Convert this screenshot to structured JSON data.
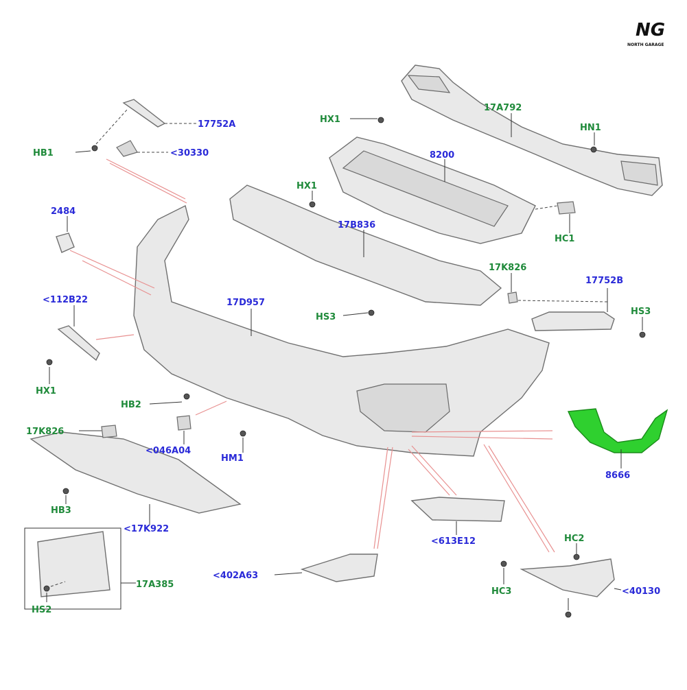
{
  "logo": {
    "mark": "NG",
    "subtitle": "NORTH GARAGE"
  },
  "labels": {
    "l_17752A": "17752A",
    "l_30330": "<30330",
    "l_HB1": "HB1",
    "l_HX1_top": "HX1",
    "l_17A792": "17A792",
    "l_HN1": "HN1",
    "l_8200": "8200",
    "l_HX1_mid": "HX1",
    "l_2484": "2484",
    "l_17B836": "17B836",
    "l_HC1": "HC1",
    "l_17K826_r": "17K826",
    "l_17752B": "17752B",
    "l_112B22": "<112B22",
    "l_17D957": "17D957",
    "l_HS3_mid": "HS3",
    "l_HS3_r": "HS3",
    "l_HX1_left": "HX1",
    "l_HB2": "HB2",
    "l_17K826_l": "17K826",
    "l_046A04": "<046A04",
    "l_HM1": "HM1",
    "l_8666": "8666",
    "l_HB3": "HB3",
    "l_17K922": "<17K922",
    "l_613E12": "<613E12",
    "l_HC2": "HC2",
    "l_17A385": "17A385",
    "l_402A63": "<402A63",
    "l_HC3": "HC3",
    "l_40130": "<40130",
    "l_HS2": "HS2"
  },
  "colors": {
    "label_blue": "#2a2ad8",
    "label_green": "#1f8a3a",
    "highlight": "#2fd02f"
  }
}
